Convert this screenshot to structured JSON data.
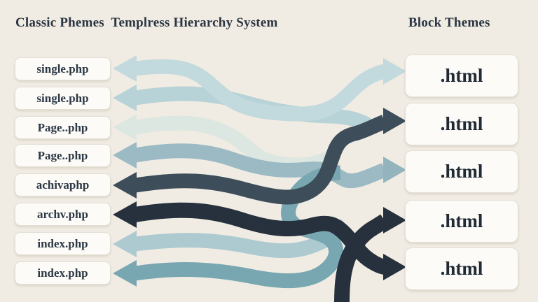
{
  "titles": {
    "left": "Classic Phemes  Templress Hierarchy System",
    "right": "Block Themes"
  },
  "left_items": [
    "single.php",
    "single.php",
    "Page..php",
    "Page..php",
    "achivaphp",
    "archv.php",
    "index.php",
    "index.php"
  ],
  "right_items": [
    ".html",
    ".html",
    ".html",
    ".html",
    ".html"
  ],
  "colors": {
    "background": "#f1ece3",
    "box_fill": "#fcfbf7",
    "box_border": "#e4dfd5",
    "title_text": "#2b3643",
    "label_text": "#2c3845",
    "ribbon_light1": "#c2dadd",
    "ribbon_light2": "#b7d3d8",
    "ribbon_pale": "#dde7e2",
    "ribbon_medium": "#9cbac3",
    "ribbon_slate": "#3e4d5a",
    "ribbon_navy": "#26313d",
    "ribbon_paleblue": "#aecad1",
    "ribbon_teal": "#78a7b1",
    "head_medium": "#94b4bd"
  },
  "arrows": [
    {
      "name": "light-ribbon-1",
      "color": "#c2dadd",
      "from_left_index": 0,
      "to_right_index": 0
    },
    {
      "name": "light-ribbon-2",
      "color": "#b7d3d8",
      "from_left_index": 1,
      "to_right_index": null
    },
    {
      "name": "pale-ribbon",
      "color": "#dde7e2",
      "from_left_index": 2,
      "to_right_index": null
    },
    {
      "name": "medium-ribbon",
      "color": "#9cbac3",
      "from_left_index": 3,
      "to_right_index": 2
    },
    {
      "name": "slate-ribbon",
      "color": "#3e4d5a",
      "from_left_index": 4,
      "to_right_index": 1
    },
    {
      "name": "navy-ribbon",
      "color": "#26313d",
      "from_left_index": 5,
      "to_right_index": 4
    },
    {
      "name": "navy-branch-ribbon",
      "color": "#26313d",
      "from_left_index": null,
      "to_right_index": 3
    },
    {
      "name": "paleblue-ribbon",
      "color": "#aecad1",
      "from_left_index": 6,
      "to_right_index": null
    },
    {
      "name": "teal-ribbon",
      "color": "#78a7b1",
      "from_left_index": 7,
      "to_right_index": null
    }
  ]
}
